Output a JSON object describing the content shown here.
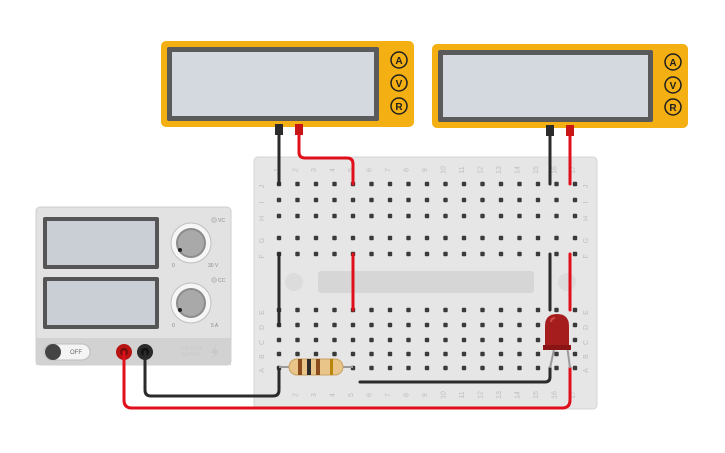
{
  "multimeters": [
    {
      "id": "left",
      "buttons": [
        "A",
        "V",
        "R"
      ]
    },
    {
      "id": "right",
      "buttons": [
        "A",
        "V",
        "R"
      ]
    }
  ],
  "power_supply": {
    "switch_label": "OFF",
    "vc_label": "VC",
    "cc_label": "CC",
    "voltage_min": "0",
    "voltage_max": "30 V",
    "current_min": "0",
    "current_max": "5 A",
    "brand_line1": "VOLTAGE",
    "brand_line2": "SUPPLY"
  },
  "breadboard": {
    "columns": [
      "1",
      "2",
      "3",
      "4",
      "5",
      "6",
      "7",
      "8",
      "9",
      "10",
      "11",
      "12",
      "13",
      "14",
      "15",
      "16",
      "17"
    ],
    "rows_top": [
      "j",
      "i",
      "h",
      "g",
      "f"
    ],
    "rows_bottom": [
      "e",
      "d",
      "c",
      "b",
      "a"
    ]
  },
  "colors": {
    "multimeter_body": "#f4b013",
    "multimeter_screen": "#d3d9de",
    "power_supply_body": "#e0e0e0",
    "breadboard": "#e6e6e6",
    "wire_red": "#e0101b",
    "wire_black": "#2b2b2b",
    "led": "#a51d1d"
  }
}
